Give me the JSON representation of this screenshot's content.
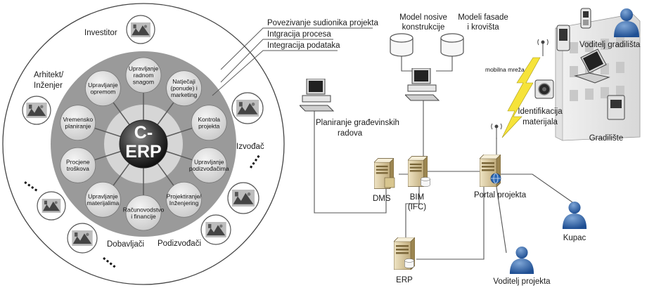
{
  "left": {
    "hub": {
      "line1": "C-",
      "line2": "ERP"
    },
    "modules": [
      [
        "Upravljanje",
        "radnom",
        "snagom"
      ],
      [
        "Natječaji",
        "(ponude) i",
        "marketing"
      ],
      [
        "Kontrola",
        "projekta"
      ],
      [
        "Upravljanje",
        "podizvođačima"
      ],
      [
        "Projektiranje/",
        "Inženjering"
      ],
      [
        "Računovodstvo",
        "i financije"
      ],
      [
        "Upravljanje",
        "materijalima"
      ],
      [
        "Procjene",
        "troškova"
      ],
      [
        "Vremensko",
        "planiranje"
      ],
      [
        "Upravljanje",
        "opremom"
      ]
    ],
    "stakeholders": {
      "investitor": "Investitor",
      "arhitekt_1": "Arhitekt/",
      "arhitekt_2": "Inženjer",
      "izvodac": "Izvođač",
      "podizvodaci": "Podizvođači",
      "dobavljaci": "Dobavljači"
    },
    "callouts": [
      "Povezivanje sudionika projekta",
      "Intgracija procesa",
      "Integracija podataka"
    ]
  },
  "right": {
    "db_model_1": "Model nosive",
    "db_model_2": "konstrukcije",
    "db_fasada_1": "Modeli fasade",
    "db_fasada_2": "i krovišta",
    "planiranje_1": "Planiranje građevinskih",
    "planiranje_2": "radova",
    "dms": "DMS",
    "bim_1": "BIM",
    "bim_2": "(IFC)",
    "portal": "Portal projekta",
    "erp": "ERP",
    "kupac": "Kupac",
    "voditelj_projekta": "Voditelj projekta",
    "voditelj_gradilista": "Voditelj gradilišta",
    "mobilna": "mobilna mreža",
    "identifikacija_1": "Identifikacija",
    "identifikacija_2": "materijala",
    "gradiliste": "Gradilište"
  },
  "icons": [
    "person-icon",
    "server-icon",
    "database-icon",
    "computer-icon",
    "laptop-icon",
    "phone-icon",
    "antenna-icon",
    "lightning-icon",
    "camera-icon",
    "building-icon"
  ]
}
